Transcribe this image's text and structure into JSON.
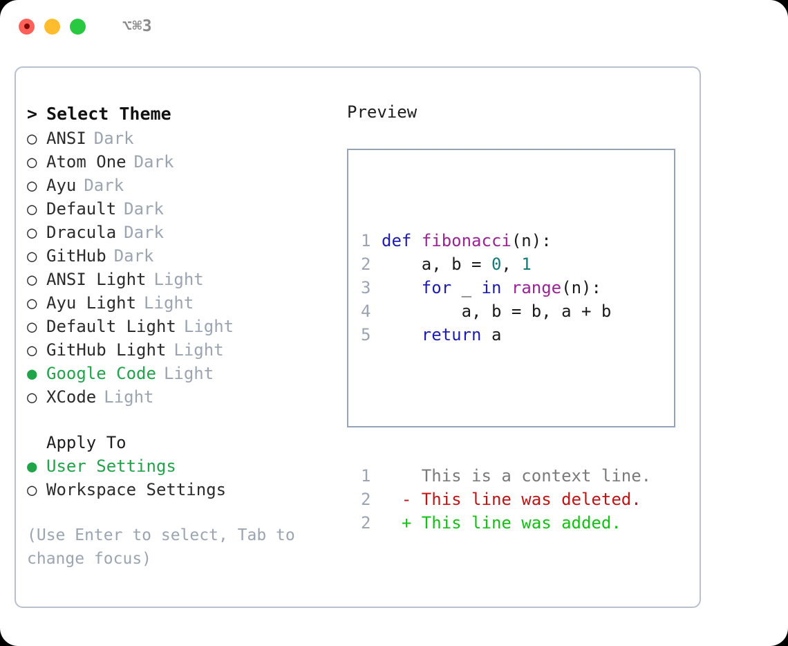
{
  "window": {
    "shortcut": "⌥⌘3",
    "traffic_lights": [
      {
        "name": "close",
        "color": "#ff6159"
      },
      {
        "name": "minimize",
        "color": "#ffbd2e"
      },
      {
        "name": "maximize",
        "color": "#28c840"
      }
    ]
  },
  "colors": {
    "accent_green": "#1fa448",
    "muted": "#9aa5b1",
    "border": "#94a3b8",
    "panel_border": "#b7c0cc",
    "keyword": "#1c1cb0",
    "function": "#9c2296",
    "number": "#0e7c7b",
    "diff_add": "#12c212",
    "diff_del": "#c01414",
    "diff_ctx": "#7a7a7a"
  },
  "theme_picker": {
    "prompt_marker": ">",
    "title": "Select Theme",
    "selected_marker": "●",
    "unselected_marker": "○",
    "items": [
      {
        "name": "ANSI",
        "tag": "Dark",
        "selected": false
      },
      {
        "name": "Atom One",
        "tag": "Dark",
        "selected": false
      },
      {
        "name": "Ayu",
        "tag": "Dark",
        "selected": false
      },
      {
        "name": "Default",
        "tag": "Dark",
        "selected": false
      },
      {
        "name": "Dracula",
        "tag": "Dark",
        "selected": false
      },
      {
        "name": "GitHub",
        "tag": "Dark",
        "selected": false
      },
      {
        "name": "ANSI Light",
        "tag": "Light",
        "selected": false
      },
      {
        "name": "Ayu Light",
        "tag": "Light",
        "selected": false
      },
      {
        "name": "Default Light",
        "tag": "Light",
        "selected": false
      },
      {
        "name": "GitHub Light",
        "tag": "Light",
        "selected": false
      },
      {
        "name": "Google Code",
        "tag": "Light",
        "selected": true
      },
      {
        "name": "XCode",
        "tag": "Light",
        "selected": false
      }
    ]
  },
  "apply_to": {
    "title": "Apply To",
    "options": [
      {
        "label": "User Settings",
        "selected": true
      },
      {
        "label": "Workspace Settings",
        "selected": false
      }
    ]
  },
  "hint": "(Use Enter to select, Tab to change focus)",
  "preview": {
    "title": "Preview",
    "code_lines": [
      {
        "num": "1",
        "tokens": [
          {
            "t": "def",
            "c": "kw"
          },
          {
            "t": " ",
            "c": "pl"
          },
          {
            "t": "fibonacci",
            "c": "fn"
          },
          {
            "t": "(n):",
            "c": "pl"
          }
        ]
      },
      {
        "num": "2",
        "tokens": [
          {
            "t": "    a, b = ",
            "c": "pl"
          },
          {
            "t": "0",
            "c": "num"
          },
          {
            "t": ", ",
            "c": "pl"
          },
          {
            "t": "1",
            "c": "num"
          }
        ]
      },
      {
        "num": "3",
        "tokens": [
          {
            "t": "    ",
            "c": "pl"
          },
          {
            "t": "for",
            "c": "kw"
          },
          {
            "t": " _ ",
            "c": "pl"
          },
          {
            "t": "in",
            "c": "kw"
          },
          {
            "t": " ",
            "c": "pl"
          },
          {
            "t": "range",
            "c": "fn"
          },
          {
            "t": "(n):",
            "c": "pl"
          }
        ]
      },
      {
        "num": "4",
        "tokens": [
          {
            "t": "        a, b = b, a + b",
            "c": "pl"
          }
        ]
      },
      {
        "num": "5",
        "tokens": [
          {
            "t": "    ",
            "c": "pl"
          },
          {
            "t": "return",
            "c": "kw"
          },
          {
            "t": " a",
            "c": "pl"
          }
        ]
      }
    ],
    "diff_lines": [
      {
        "num": "1",
        "sign": " ",
        "text": "This is a context line.",
        "kind": "ctx"
      },
      {
        "num": "2",
        "sign": "-",
        "text": "This line was deleted.",
        "kind": "del"
      },
      {
        "num": "2",
        "sign": "+",
        "text": "This line was added.",
        "kind": "add"
      }
    ]
  }
}
